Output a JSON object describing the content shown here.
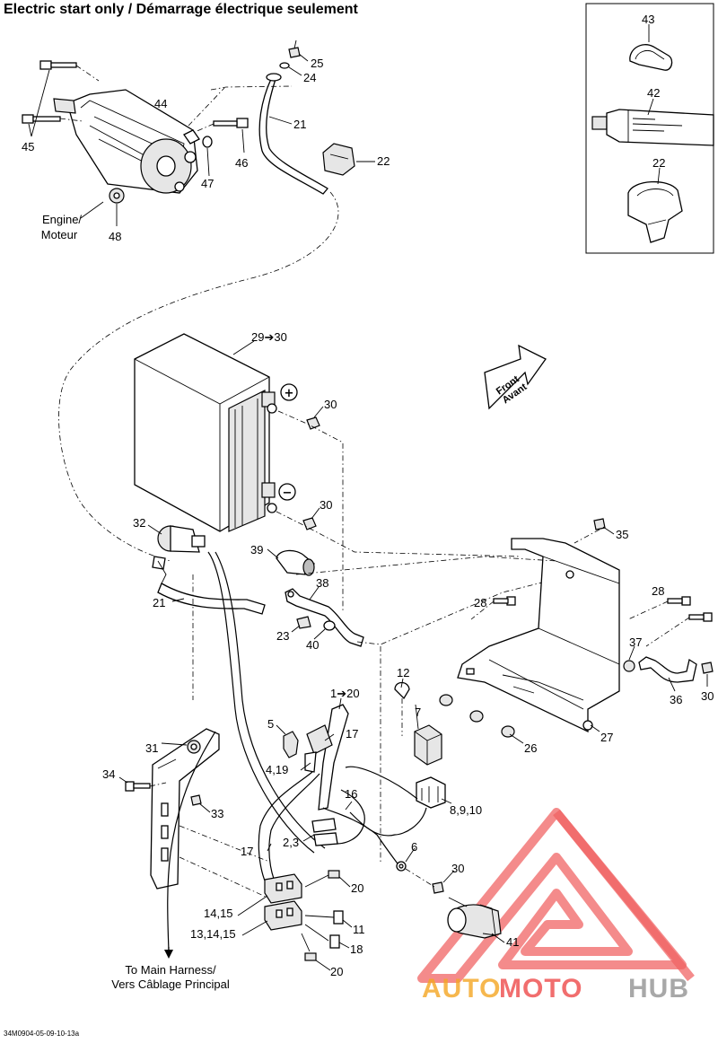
{
  "title": "Electric start only / Démarrage électrique seulement",
  "diagram_code": "34M0904-05-09-10-13a",
  "notes": {
    "engine": [
      "Engine/",
      "Moteur"
    ],
    "front": [
      "Front",
      "Avant"
    ],
    "harness": [
      "To Main Harness/",
      "Vers Câblage Principal"
    ]
  },
  "battery_terminals": {
    "positive": "+",
    "negative": "−"
  },
  "callouts": {
    "c25": "25",
    "c24": "24",
    "c44": "44",
    "c21a": "21",
    "c45": "45",
    "c46": "46",
    "c47": "47",
    "c22a": "22",
    "c48": "48",
    "c43": "43",
    "c42": "42",
    "c22b": "22",
    "c29": "29➔30",
    "c30a": "30",
    "c30b": "30",
    "c32": "32",
    "c39": "39",
    "c38": "38",
    "c21b": "21",
    "c23": "23",
    "c40": "40",
    "c35": "35",
    "c28a": "28",
    "c28b": "28",
    "c37": "37",
    "c36": "36",
    "c30c": "30",
    "c12": "12",
    "c7": "7",
    "c26": "26",
    "c27": "27",
    "c1to20": "1➔20",
    "c5": "5",
    "c17a": "17",
    "c31": "31",
    "c419": "4,19",
    "c34": "34",
    "c33": "33",
    "c16": "16",
    "c8910": "8,9,10",
    "c23b": "2,3",
    "c17b": "17",
    "c6": "6",
    "c30d": "30",
    "c20a": "20",
    "c1415": "14,15",
    "c11": "11",
    "c131415": "13,14,15",
    "c18": "18",
    "c41": "41",
    "c20b": "20"
  },
  "watermark": {
    "left": "AUTO",
    "mid": "MOTO",
    "right": "HUB",
    "color_red": "#ee4a4a",
    "color_orange": "#f5a623",
    "color_gray": "#9a9a9a"
  }
}
